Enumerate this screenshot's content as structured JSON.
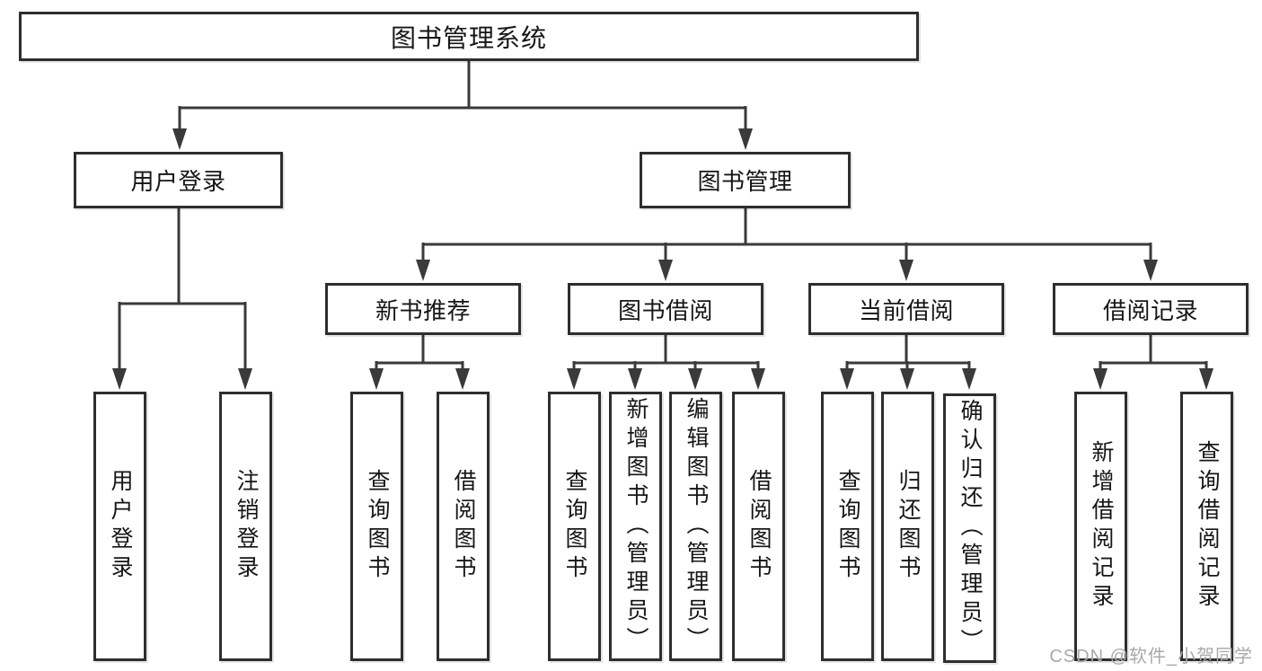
{
  "diagram": {
    "root": {
      "label": "图书管理系统"
    },
    "level1": [
      {
        "label": "用户登录",
        "leaves": [
          "用户登录",
          "注销登录"
        ]
      },
      {
        "label": "图书管理"
      }
    ],
    "level2": [
      {
        "label": "新书推荐",
        "leaves": [
          "查询图书",
          "借阅图书"
        ]
      },
      {
        "label": "图书借阅",
        "leaves": [
          "查询图书",
          "新增图书（管理员）",
          "编辑图书（管理员）",
          "借阅图书"
        ]
      },
      {
        "label": "当前借阅",
        "leaves": [
          "查询图书",
          "归还图书",
          "确认归还（管理员）"
        ]
      },
      {
        "label": "借阅记录",
        "leaves": [
          "新增借阅记录",
          "查询借阅记录"
        ]
      }
    ],
    "watermark": "CSDN @软件_小贺同学",
    "colors": {
      "line": "#3a3a3a",
      "border": "#2e2e2e",
      "text": "#161616",
      "watermark": "#a9a9a9",
      "background": "#ffffff"
    }
  }
}
